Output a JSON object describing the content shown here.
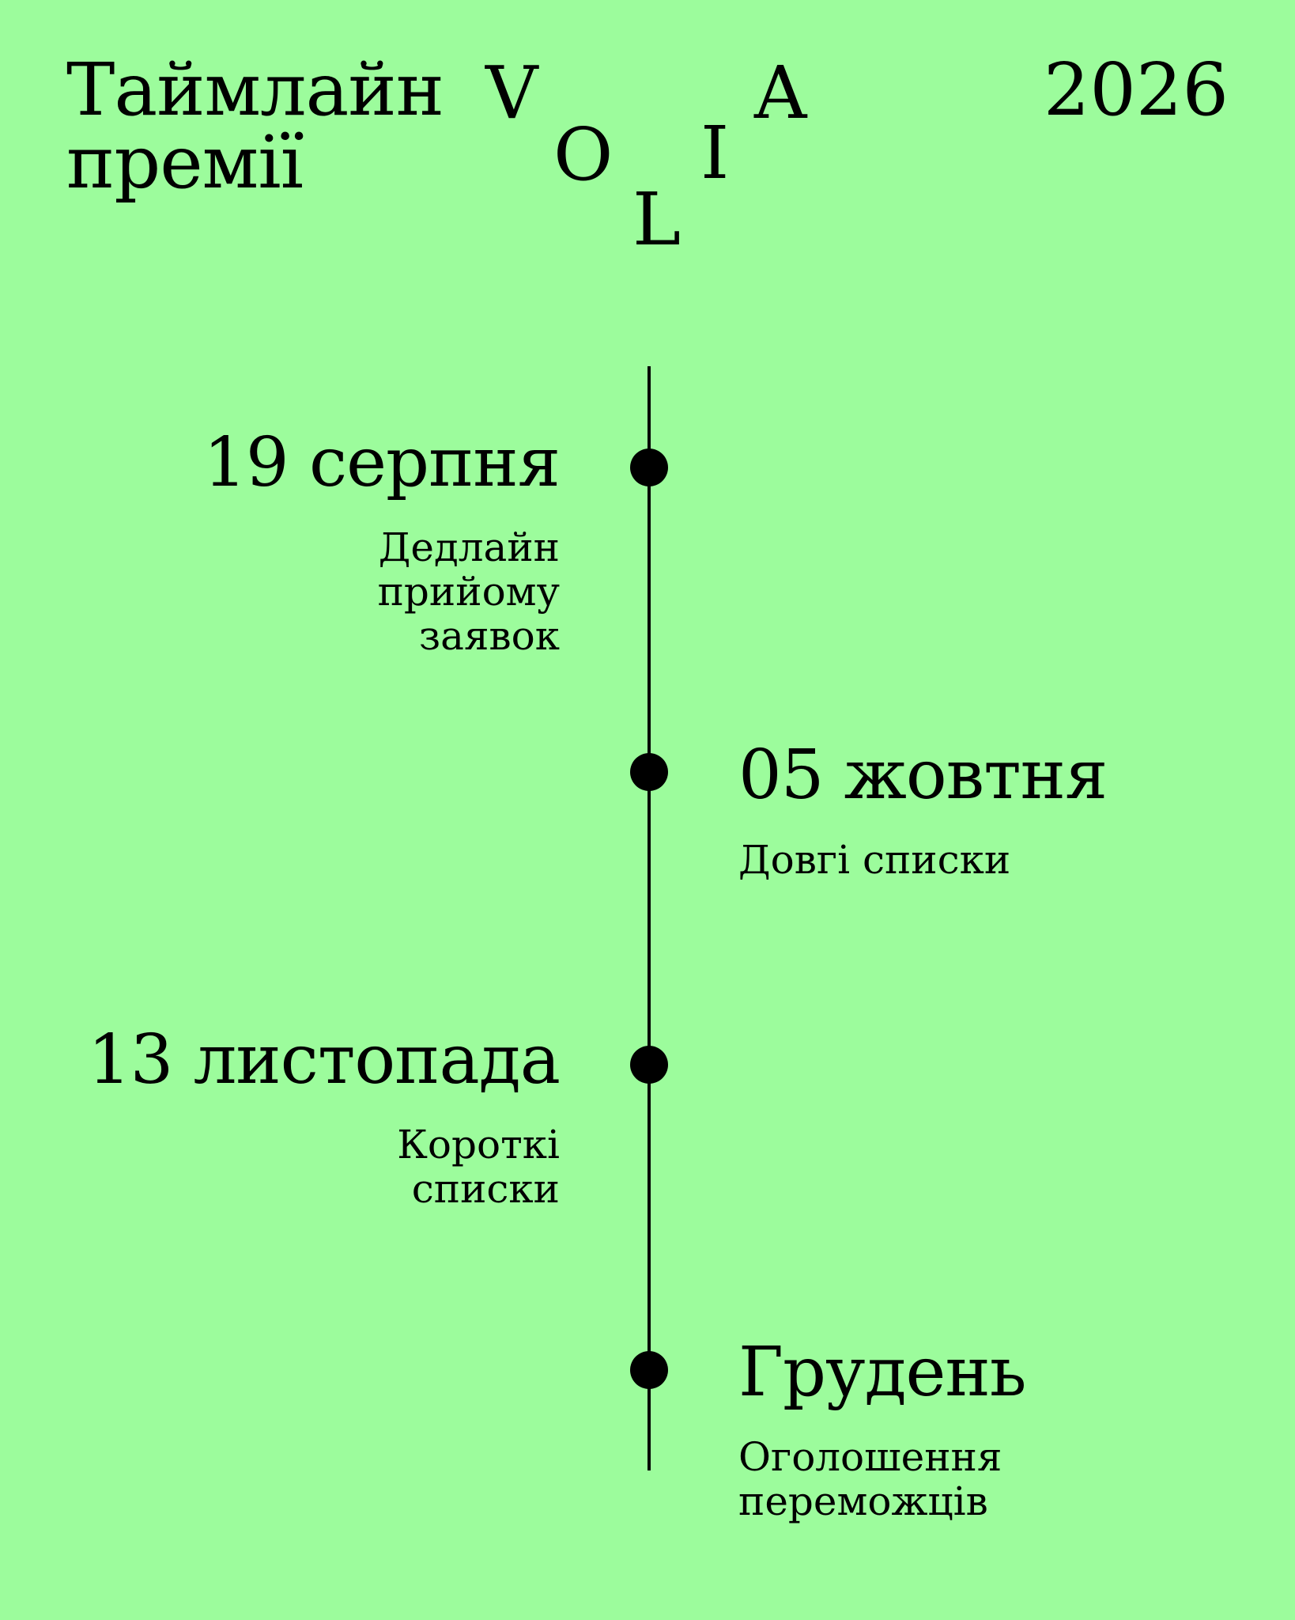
{
  "header": {
    "title_line1": "Таймлайн",
    "title_line2": "премії",
    "logo_letters": [
      "V",
      "O",
      "L",
      "I",
      "A"
    ],
    "year": "2026"
  },
  "timeline": {
    "events": [
      {
        "date": "19 серпня",
        "description": "Дедлайн\nприйому\nзаявок",
        "side": "left"
      },
      {
        "date": "05 жовтня",
        "description": "Довгі списки",
        "side": "right"
      },
      {
        "date": "13 листопада",
        "description": "Короткі\nсписки",
        "side": "left"
      },
      {
        "date": "Грудень",
        "description": "Оголошення\nпереможців",
        "side": "right"
      }
    ]
  },
  "colors": {
    "background": "#9cfc9c",
    "foreground": "#000000"
  }
}
